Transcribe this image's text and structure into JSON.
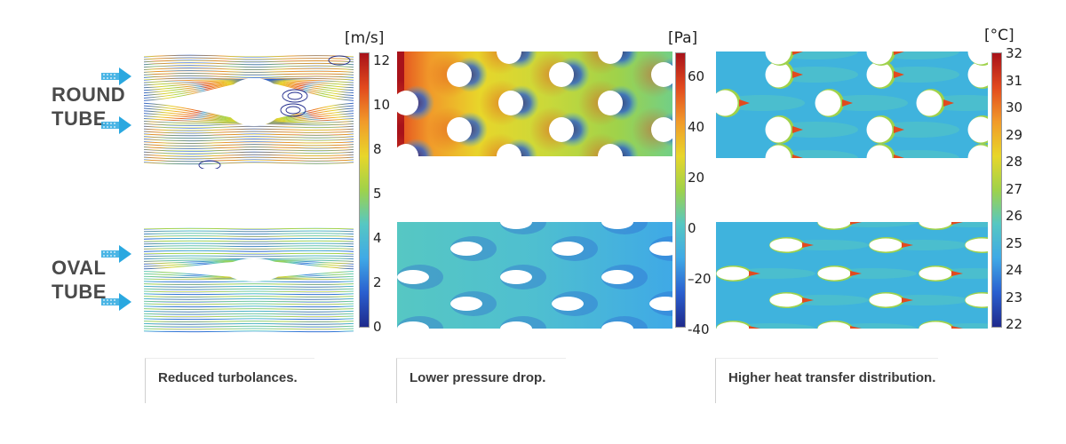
{
  "rows": {
    "round": [
      "ROUND",
      "TUBE"
    ],
    "oval": [
      "OVAL",
      "TUBE"
    ]
  },
  "velocity": {
    "unit": "[m/s]",
    "ticks": [
      "12",
      "10",
      "8",
      "5",
      "4",
      "2",
      "0"
    ],
    "caption": "Reduced turbolances."
  },
  "pressure": {
    "unit": "[Pa]",
    "ticks": [
      "60",
      "40",
      "20",
      "0",
      "–20",
      "-40"
    ],
    "caption": "Lower pressure drop."
  },
  "temperature": {
    "unit": "[°C]",
    "ticks": [
      "32",
      "31",
      "30",
      "29",
      "28",
      "27",
      "26",
      "25",
      "24",
      "23",
      "22"
    ],
    "caption": "Higher heat transfer distribution."
  },
  "colors": {
    "arrow": "#2aa8e0",
    "label": "#4a4a4a",
    "jet": [
      "#1f2a8c",
      "#2a5fcf",
      "#3fa9e6",
      "#56c7c3",
      "#9fd24a",
      "#e8d62a",
      "#f19a2a",
      "#e24a1e",
      "#a8121a"
    ]
  },
  "icons": [
    "flow-arrow-icon"
  ]
}
